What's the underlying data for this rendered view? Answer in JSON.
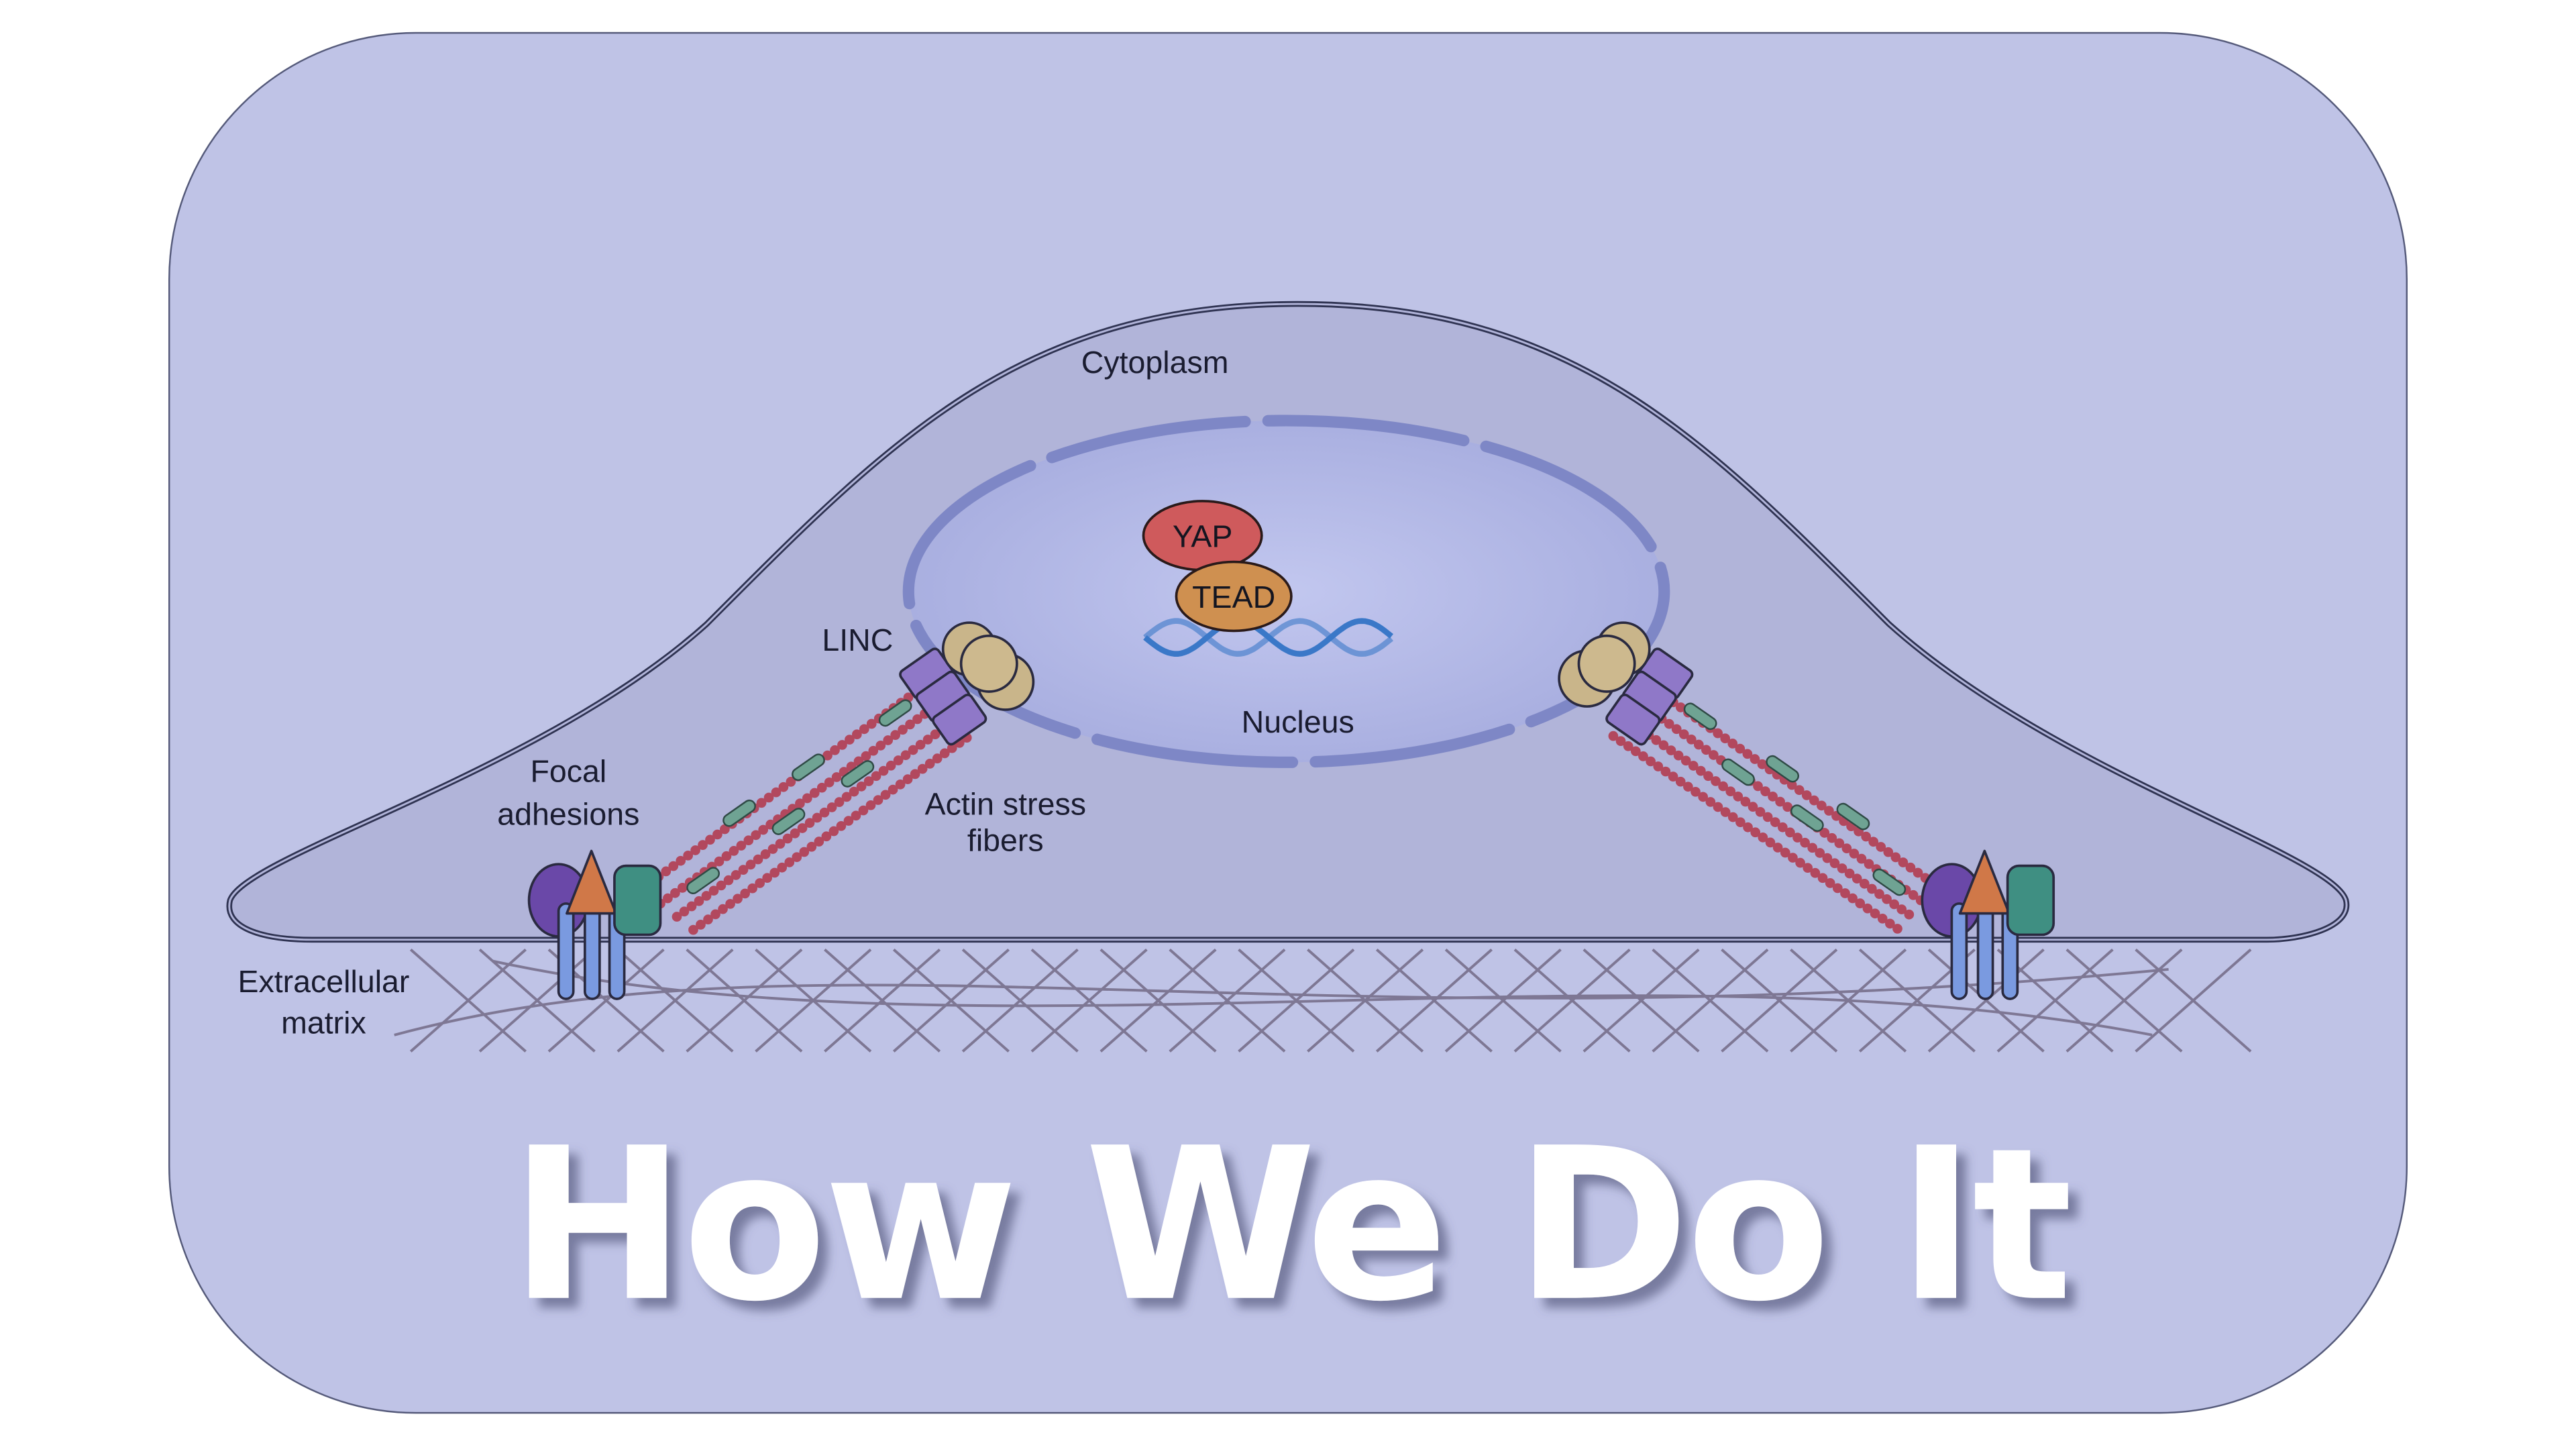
{
  "title": "How We Do It",
  "labels": {
    "cytoplasm": "Cytoplasm",
    "nucleus": "Nucleus",
    "linc": "LINC",
    "focal_line1": "Focal",
    "focal_line2": "adhesions",
    "actin_line1": "Actin stress",
    "actin_line2": "fibers",
    "ecm_line1": "Extracellular",
    "ecm_line2": "matrix",
    "yap": "YAP",
    "tead": "TEAD"
  },
  "colors": {
    "card": "#bfc3e6",
    "cell": "#b1b4d9",
    "nucleus": "#bcc1ea",
    "membrane": "#7e87c6",
    "yap": "#cf5a5c",
    "tead": "#cf9050",
    "actin": "#b2485e",
    "dna": "#3a78c8"
  }
}
